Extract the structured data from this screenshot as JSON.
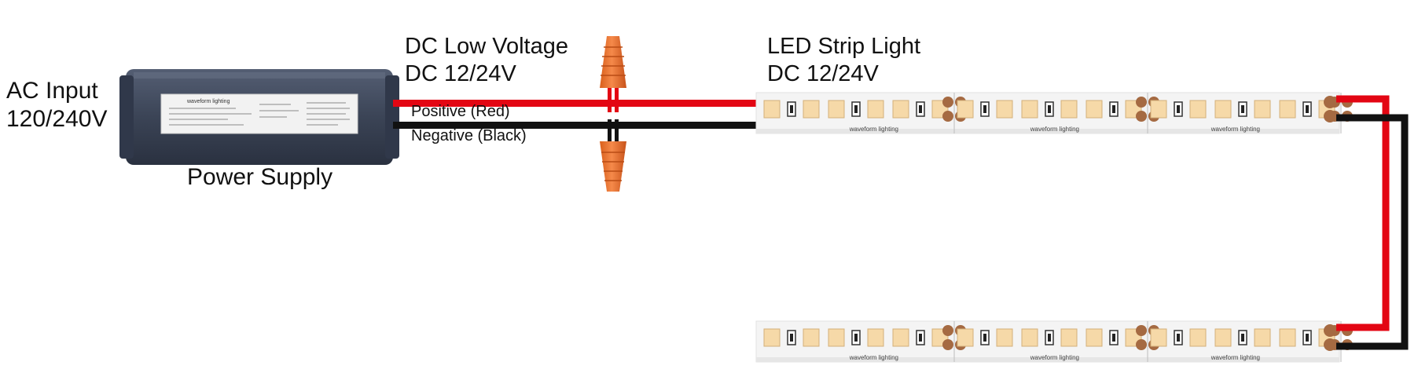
{
  "labels": {
    "ac_input_line1": "AC Input",
    "ac_input_line2": "120/240V",
    "power_supply": "Power Supply",
    "dc_low_voltage_line1": "DC Low Voltage",
    "dc_low_voltage_line2": "DC 12/24V",
    "positive_wire": "Positive (Red)",
    "negative_wire": "Negative (Black)",
    "led_strip_line1": "LED Strip Light",
    "led_strip_line2": "DC 12/24V"
  },
  "product": {
    "brand_mark": "waveform lighting",
    "strip_print": "waveform lighting"
  },
  "colors": {
    "positive_wire": "#e30613",
    "negative_wire": "#111111",
    "connector": "#f07a2e",
    "power_supply_body": "#3b4456",
    "strip_base": "#f4f4f4",
    "led_chip": "#f6d9a8",
    "solder_pad": "#a56a42"
  },
  "icons": {
    "power_supply": "power-supply-icon",
    "connector": "wire-nut-icon",
    "strip": "led-strip-icon"
  }
}
